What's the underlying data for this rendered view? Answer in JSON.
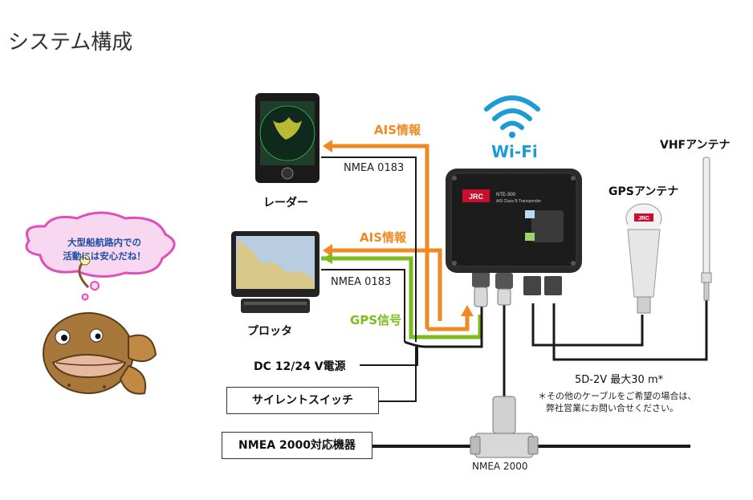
{
  "page_title": "システム構成",
  "diagram": {
    "wifi_label": "Wi-Fi",
    "radar_label": "レーダー",
    "plotter_label": "プロッタ",
    "ais_info_1": "AIS情報",
    "ais_info_2": "AIS情報",
    "nmea0183_1": "NMEA 0183",
    "nmea0183_2": "NMEA 0183",
    "gps_signal": "GPS信号",
    "dc_power": "DC 12/24 V電源",
    "silent_switch": "サイレントスイッチ",
    "nmea2000_device": "NMEA 2000対応機器",
    "nmea2000": "NMEA 2000",
    "gps_antenna": "GPSアンテナ",
    "vhf_antenna": "VHFアンテナ",
    "cable_spec": "5D-2V  最大30 m*",
    "note_line1": "＊その他のケーブルをご希望の場合は、",
    "note_line2": "弊社営業にお問い合せください。",
    "transponder_brand": "JRC",
    "transponder_model": "NTE-300",
    "transponder_desc": "AIS Class B Transponder",
    "gps_antenna_brand": "JRC",
    "mascot_bubble_line1": "大型船航路内での",
    "mascot_bubble_line2": "活動には安心だね！"
  },
  "colors": {
    "ais_orange": "#ef8a23",
    "gps_green": "#7cbc1e",
    "wifi_blue": "#1e9ad6",
    "cable_black": "#1a1a1a",
    "bubble_pink": "#e04fb8"
  }
}
